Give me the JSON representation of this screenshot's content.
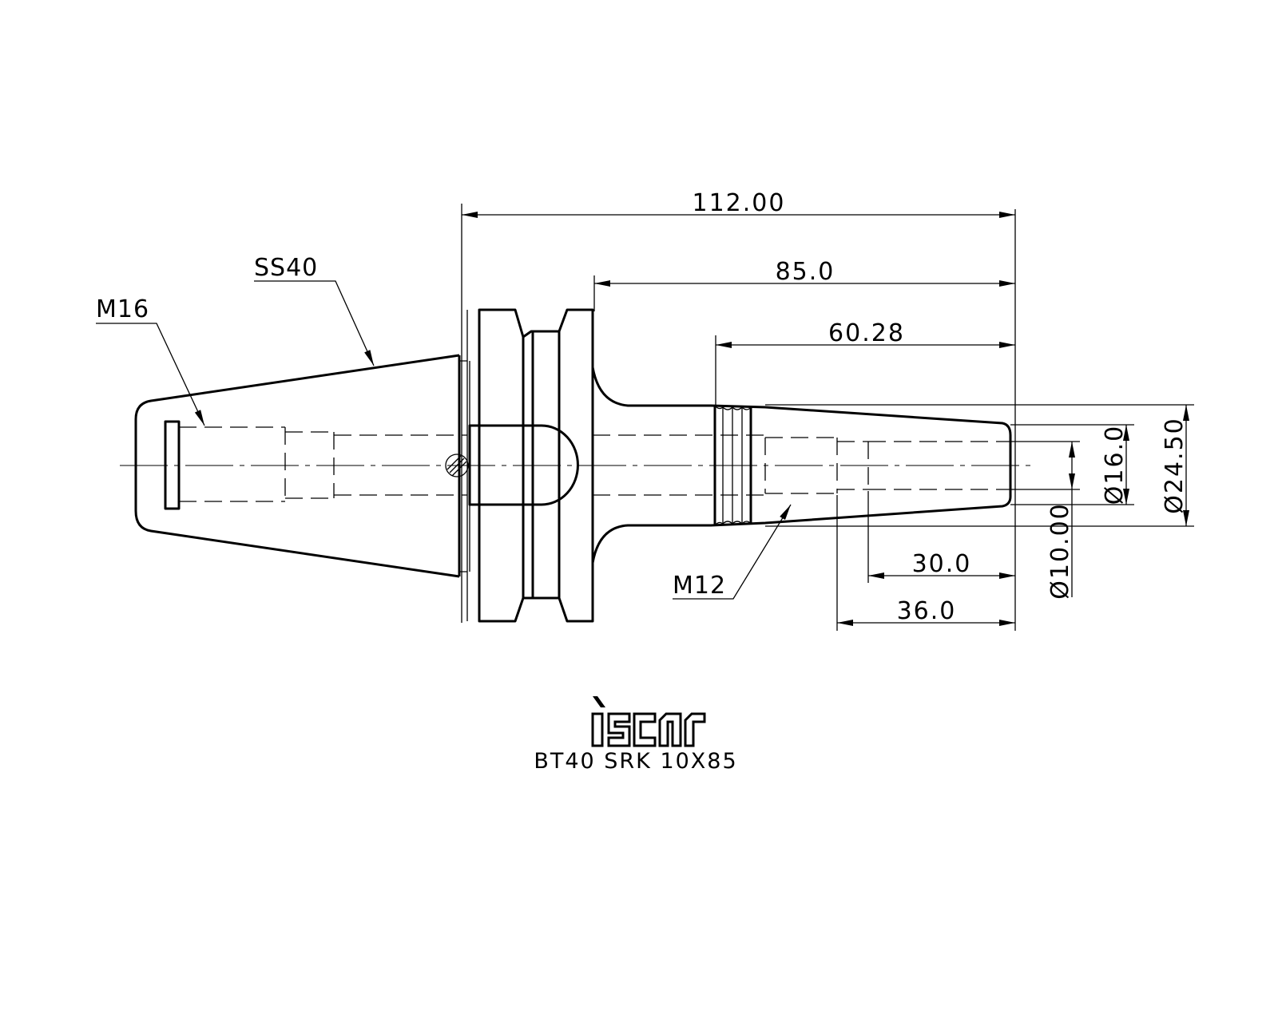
{
  "drawing": {
    "part_number": "BT40 SRK 10X85",
    "logo_text": "iscar",
    "dimensions": {
      "overall_length": "112.00",
      "gauge_length": "85.0",
      "taper_length": "60.28",
      "bore_depth": "30.0",
      "thread_length": "36.0",
      "dia_bore": "Ø10.00",
      "dia_tip": "Ø16.0",
      "dia_body": "Ø24.50"
    },
    "callouts": {
      "retention_knob": "SS40",
      "rear_thread": "M16",
      "front_thread": "M12"
    }
  }
}
